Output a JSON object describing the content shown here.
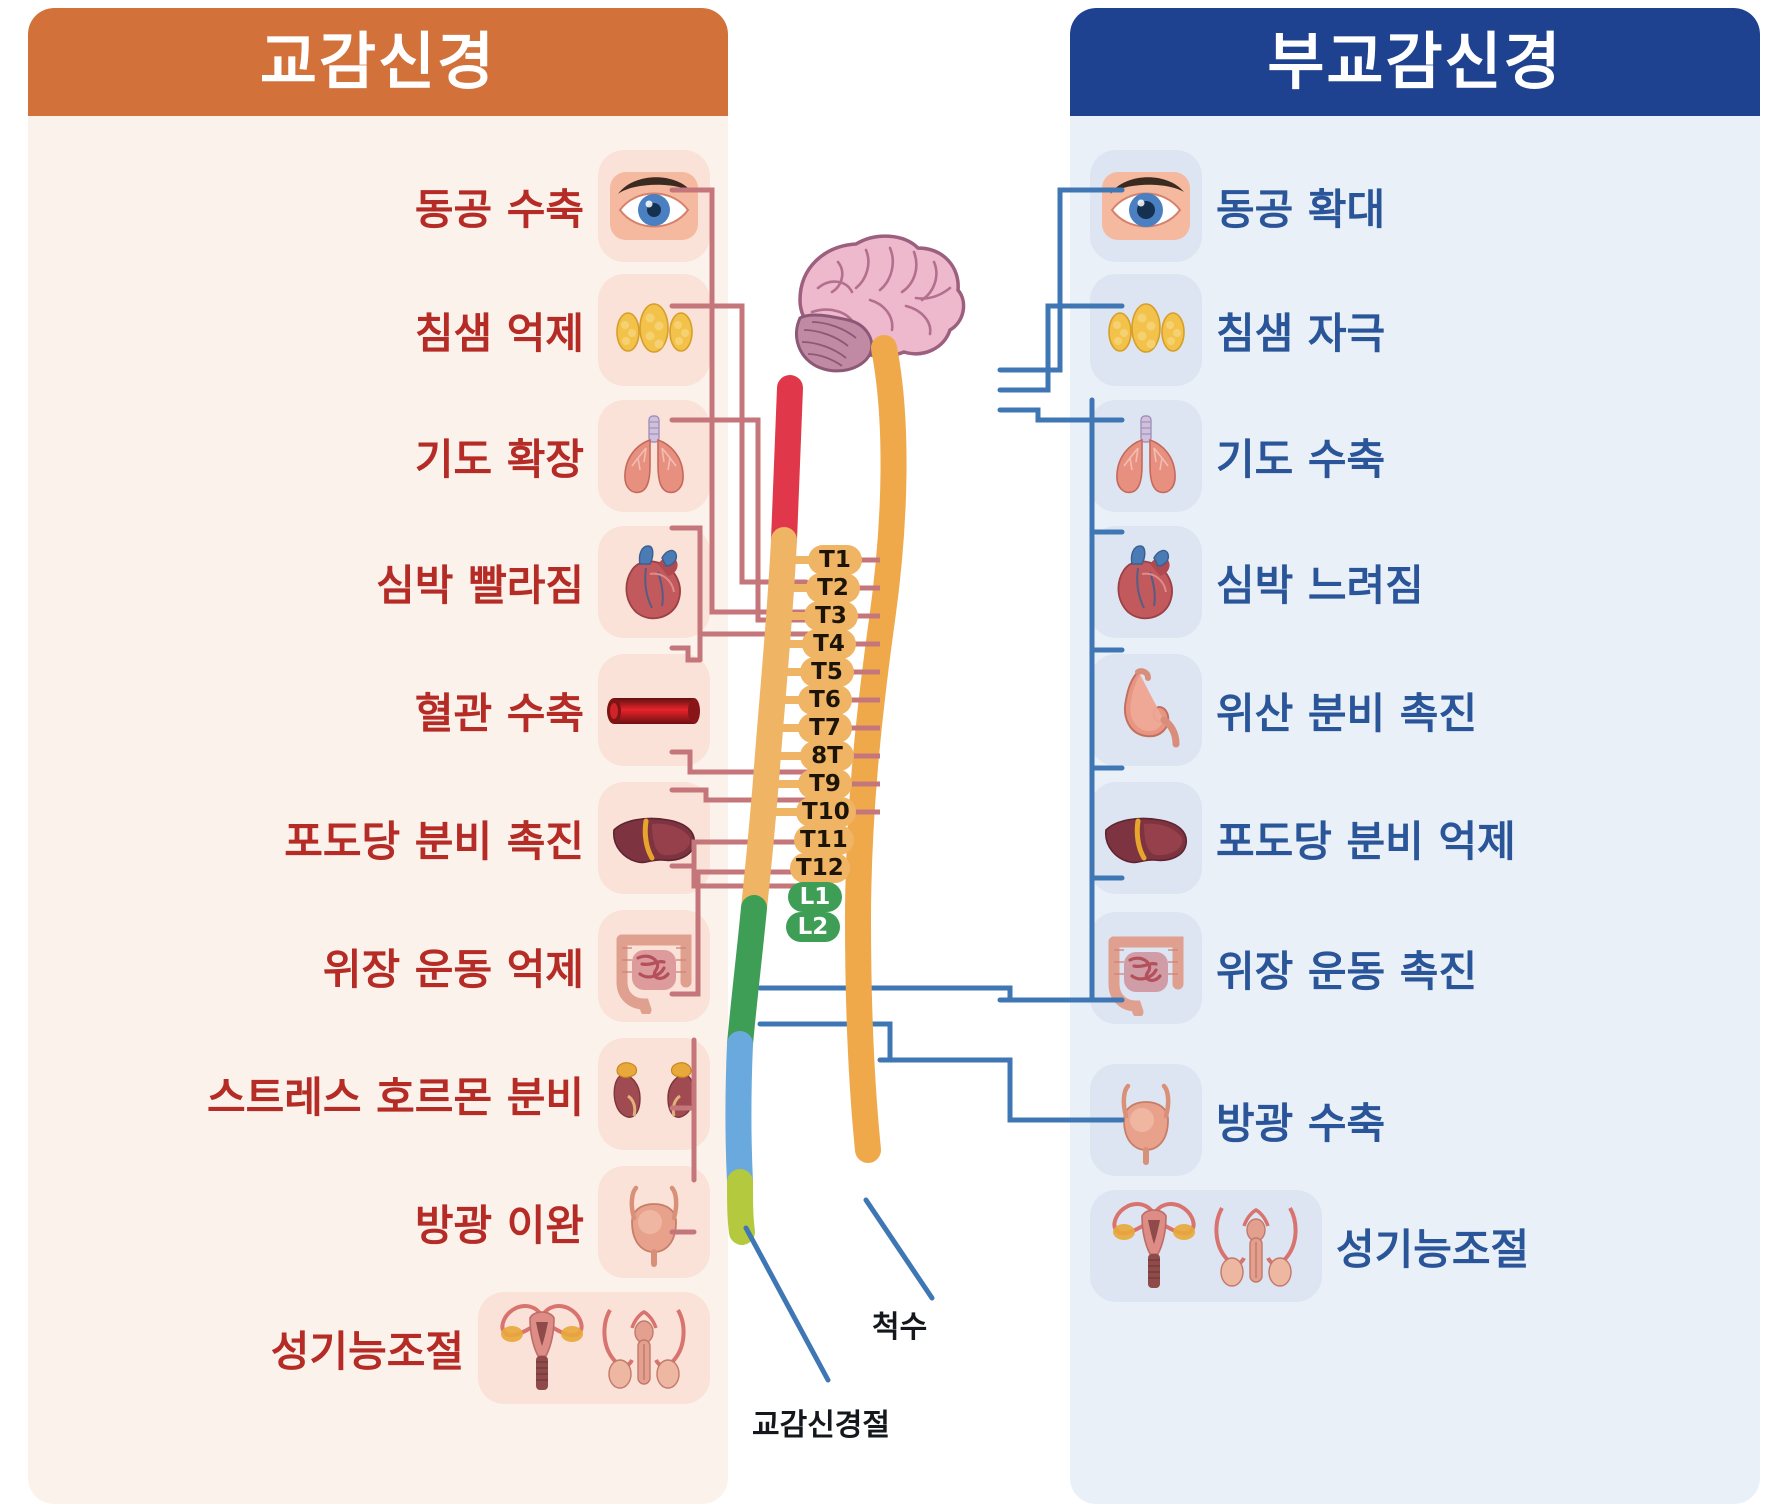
{
  "sympathetic": {
    "title": "교감신경",
    "header_color": "#d2713a",
    "panel_color": "#fcf2ec",
    "text_color": "#b52b25",
    "tile_color": "#fae2d8",
    "items": [
      {
        "label": "동공 수축",
        "icon": "eye-icon"
      },
      {
        "label": "침샘 억제",
        "icon": "salivary-gland-icon"
      },
      {
        "label": "기도 확장",
        "icon": "lungs-icon"
      },
      {
        "label": "심박 빨라짐",
        "icon": "heart-icon"
      },
      {
        "label": "혈관 수축",
        "icon": "blood-vessel-icon"
      },
      {
        "label": "포도당 분비 촉진",
        "icon": "liver-icon"
      },
      {
        "label": "위장 운동 억제",
        "icon": "intestines-icon"
      },
      {
        "label": "스트레스 호르몬 분비",
        "icon": "adrenal-kidney-icon"
      },
      {
        "label": "방광 이완",
        "icon": "bladder-icon"
      },
      {
        "label": "성기능조절",
        "icon": "reproductive-organs-icon"
      }
    ]
  },
  "parasympathetic": {
    "title": "부교감신경",
    "header_color": "#1e4290",
    "panel_color": "#eaf0f8",
    "text_color": "#2a5699",
    "tile_color": "#dde5f2",
    "items": [
      {
        "label": "동공 확대",
        "icon": "eye-icon"
      },
      {
        "label": "침샘 자극",
        "icon": "salivary-gland-icon"
      },
      {
        "label": "기도 수축",
        "icon": "lungs-icon"
      },
      {
        "label": "심박 느려짐",
        "icon": "heart-icon"
      },
      {
        "label": "위산 분비 촉진",
        "icon": "stomach-icon"
      },
      {
        "label": "포도당 분비 억제",
        "icon": "liver-icon"
      },
      {
        "label": "위장 운동 촉진",
        "icon": "intestines-icon"
      },
      {
        "label": "방광 수축",
        "icon": "bladder-icon"
      },
      {
        "label": "성기능조절",
        "icon": "reproductive-organs-icon"
      }
    ]
  },
  "spine": {
    "thoracic_color": "#f0b465",
    "lumbar_color": "#3f9e55",
    "cervical_color": "#e0384a",
    "sacral_color": "#6aa9dd",
    "coccyx_color": "#b5c93f",
    "vagus_color": "#efa94a",
    "segments": [
      "T1",
      "T2",
      "T3",
      "T4",
      "T5",
      "T6",
      "T7",
      "8T",
      "T9",
      "T10",
      "T11",
      "T12",
      "L1",
      "L2"
    ]
  },
  "callouts": [
    {
      "label": "척수"
    },
    {
      "label": "교감신경절"
    }
  ],
  "anatomy": {
    "brain": "brain-icon",
    "spinal_cord": "spinal-cord-icon",
    "vagus_nerve": "vagus-nerve-icon"
  }
}
